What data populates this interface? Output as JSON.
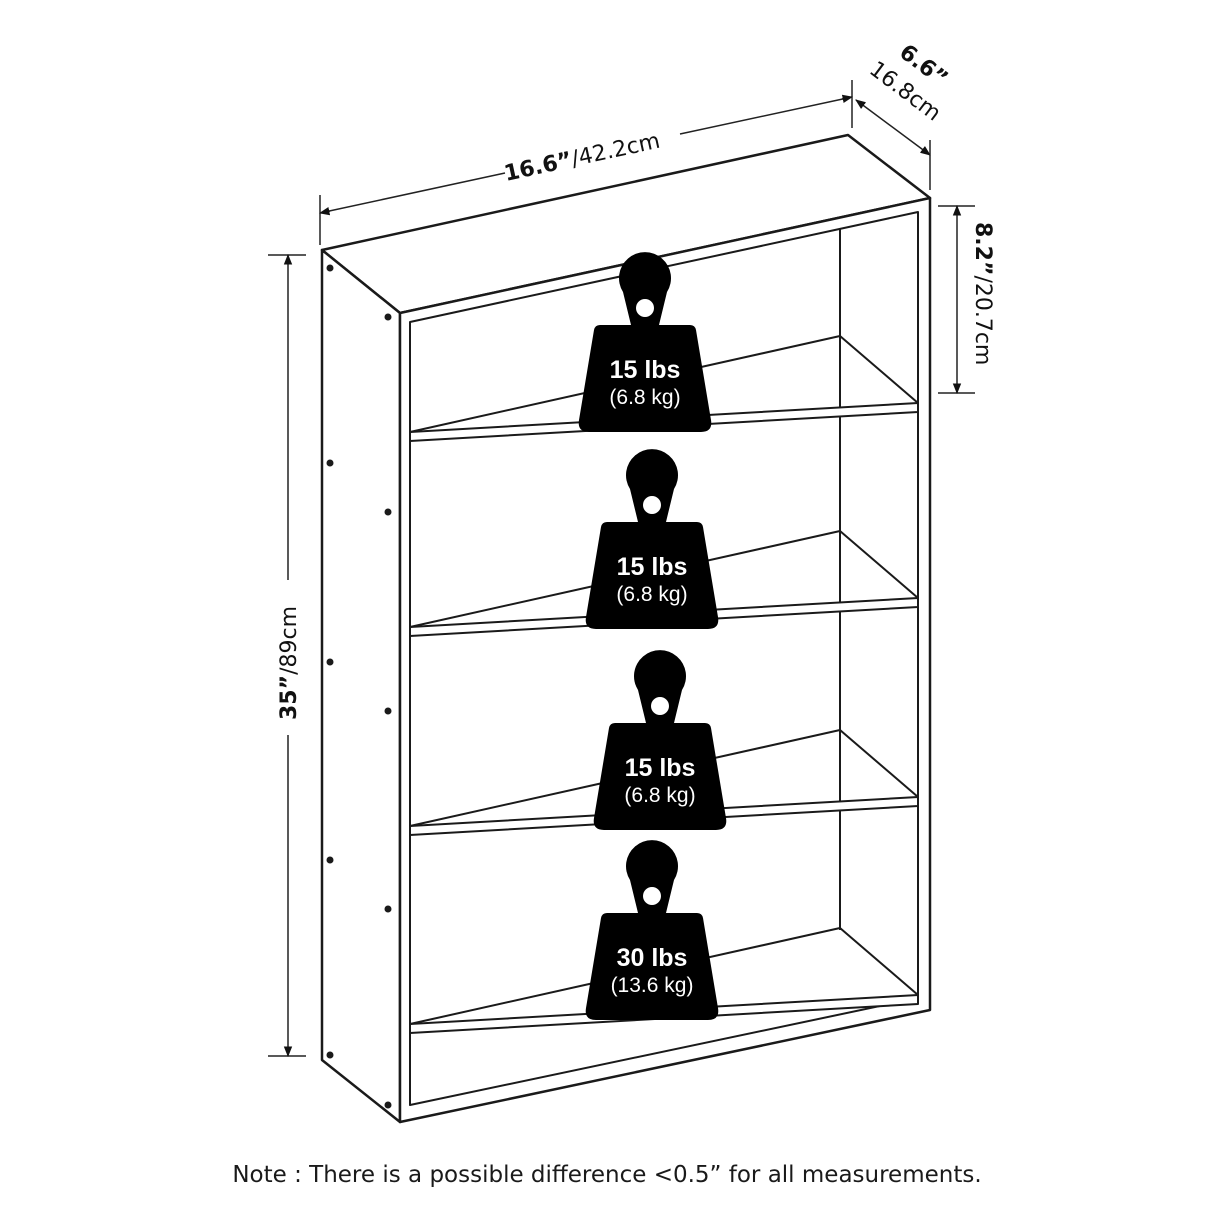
{
  "dimensions": {
    "width": {
      "in": "16.6”",
      "cm": "/42.2cm"
    },
    "depth": {
      "in": "6.6”",
      "cm": "16.8cm"
    },
    "shelf_gap": {
      "in": "8.2”",
      "cm": "/20.7cm"
    },
    "height": {
      "in": "35”",
      "cm": "/89cm"
    }
  },
  "weights": [
    {
      "main": "15 lbs",
      "sub": "(6.8 kg)"
    },
    {
      "main": "15 lbs",
      "sub": "(6.8 kg)"
    },
    {
      "main": "15 lbs",
      "sub": "(6.8 kg)"
    },
    {
      "main": "30 lbs",
      "sub": "(13.6 kg)"
    }
  ],
  "note": "Note : There is a possible difference <0.5” for all measurements."
}
